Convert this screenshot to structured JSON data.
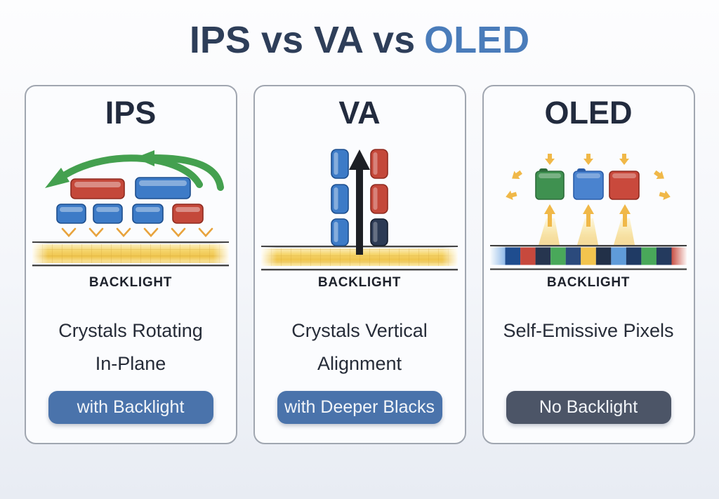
{
  "page_title": {
    "part1": "IPS vs VA vs",
    "part2": "OLED"
  },
  "cards": [
    {
      "id": "ips",
      "title": "IPS",
      "diagram": "crystals-rotating-in-plane-over-backlight",
      "backlight_label": "BACKLIGHT",
      "description_line1": "Crystals Rotating",
      "description_line2": "In-Plane",
      "badge_label": "with Backlight"
    },
    {
      "id": "va",
      "title": "VA",
      "diagram": "crystals-vertically-aligned-over-backlight",
      "backlight_label": "BACKLIGHT",
      "description_line1": "Crystals Vertical",
      "description_line2": "Alignment",
      "badge_label": "with Deeper Blacks"
    },
    {
      "id": "oled",
      "title": "OLED",
      "diagram": "self-emissive-rgb-pixels-no-backlight",
      "backlight_label": "BACKLIGHT",
      "description_line1": "Self-Emissive Pixels",
      "description_line2": "",
      "badge_label": "No Backlight"
    }
  ],
  "oled_strip": [
    "#8db8e8",
    "#1f4d8f",
    "#c7493d",
    "#26354f",
    "#49a85a",
    "#2b4a7c",
    "#f2c44e",
    "#223048",
    "#5f9bd9",
    "#1f3a64",
    "#49a85a",
    "#243a5e",
    "#c7493d"
  ],
  "colors": {
    "background_top": "#fdfdfe",
    "background_bottom": "#e8ecf3",
    "card_background": "#fbfcfe",
    "card_border": "#a0a6b0",
    "title_navy": "#2e3e59",
    "title_blue": "#4a7cba",
    "heading_text": "#222b3e",
    "body_text": "#262c38",
    "backlight_label_text": "#1e222c",
    "crystal_blue": "#3d7bc7",
    "crystal_blue_border": "#1d4e8d",
    "crystal_red": "#c4483a",
    "crystal_red_border": "#8f2b20",
    "crystal_navy": "#2c3a54",
    "crystal_navy_border": "#141c2b",
    "arrow_green": "#44a04f",
    "arrow_black": "#1d1f24",
    "glow_orange": "#e8a33d",
    "oled_green": "#3f9150",
    "oled_green_border": "#2c6b3a",
    "oled_blue": "#4a83cf",
    "oled_blue_border": "#2a5ca8",
    "oled_red": "#c9493c",
    "oled_red_border": "#8f2b20",
    "oled_ray_yellow": "#f0b848",
    "badge_blue": "#4a73ab",
    "badge_dark": "#4c5567",
    "badge_text": "#f2f5f9",
    "band_line": "#454545"
  }
}
